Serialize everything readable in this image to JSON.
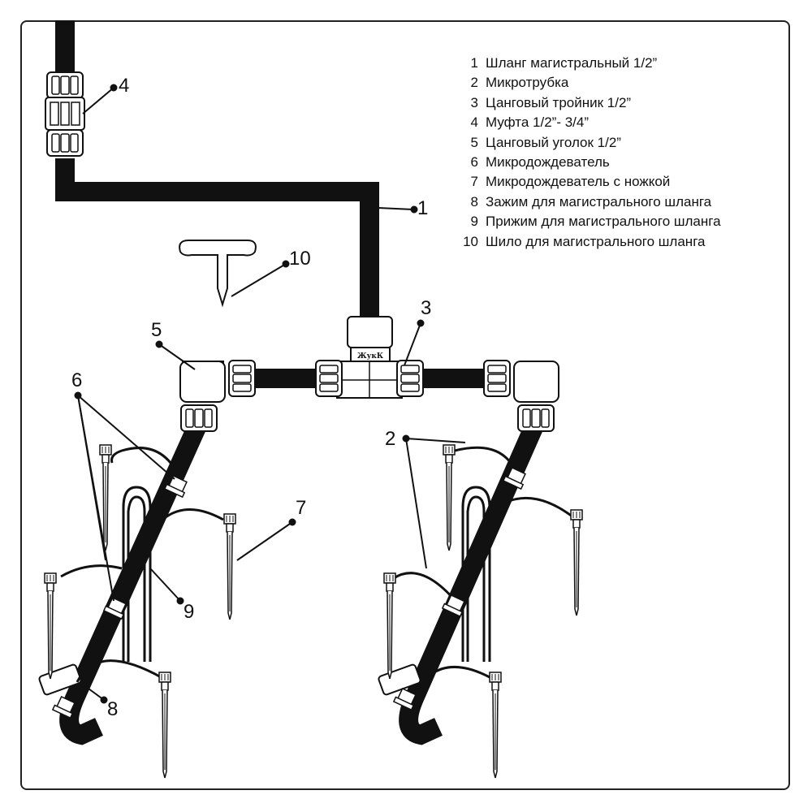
{
  "legend": [
    {
      "num": "1",
      "label": "Шланг магистральный 1/2”"
    },
    {
      "num": "2",
      "label": "Микротрубка"
    },
    {
      "num": "3",
      "label": "Цанговый тройник 1/2”"
    },
    {
      "num": "4",
      "label": "Муфта 1/2”- 3/4”"
    },
    {
      "num": "5",
      "label": "Цанговый уголок 1/2”"
    },
    {
      "num": "6",
      "label": "Микродождеватель"
    },
    {
      "num": "7",
      "label": "Микродождеватель с ножкой"
    },
    {
      "num": "8",
      "label": "Зажим для магистрального шланга"
    },
    {
      "num": "9",
      "label": "Прижим для магистрального шланга"
    },
    {
      "num": "10",
      "label": "Шило для магистрального шланга"
    }
  ],
  "callouts": {
    "c1": "1",
    "c2": "2",
    "c3": "3",
    "c4": "4",
    "c5": "5",
    "c6": "6",
    "c7": "7",
    "c8": "8",
    "c9": "9",
    "c10": "10"
  },
  "brand_mark": "ЖукК"
}
